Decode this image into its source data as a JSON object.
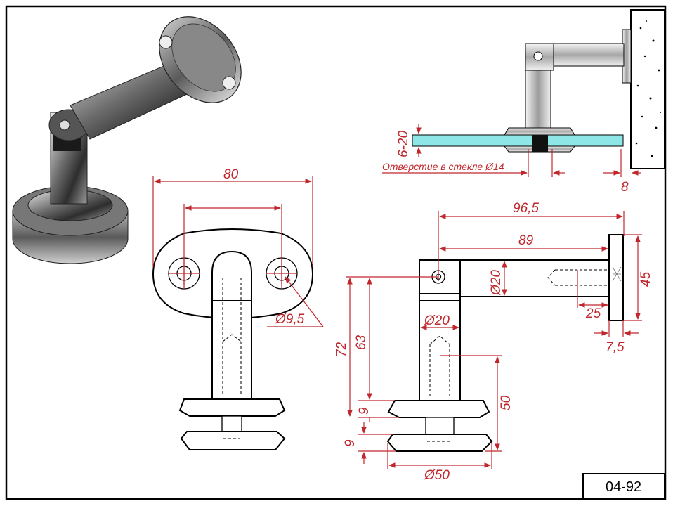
{
  "sheet": {
    "code": "04-92"
  },
  "dimensions": {
    "plate_width": "80",
    "plate_hole_spacing": "",
    "hole_diameter": "Ø9,5",
    "glass_thickness": "6-20",
    "glass_hole_note": "Отверстие в стекле Ø14",
    "wall_gap": "8",
    "total_length": "96,5",
    "arm_length": "89",
    "arm_diameter": "Ø20",
    "flange_height": "45",
    "bolt_length": "25",
    "flange_thickness": "7,5",
    "height_total": "72",
    "height_axis": "63",
    "post_diameter": "Ø20",
    "post_height": "50",
    "cap_thickness_top": "9",
    "cap_thickness_bottom": "9",
    "base_diameter": "Ø50"
  },
  "colors": {
    "dimension": "#c0272d",
    "glass": "#8ee6e6",
    "outline": "#000000"
  }
}
